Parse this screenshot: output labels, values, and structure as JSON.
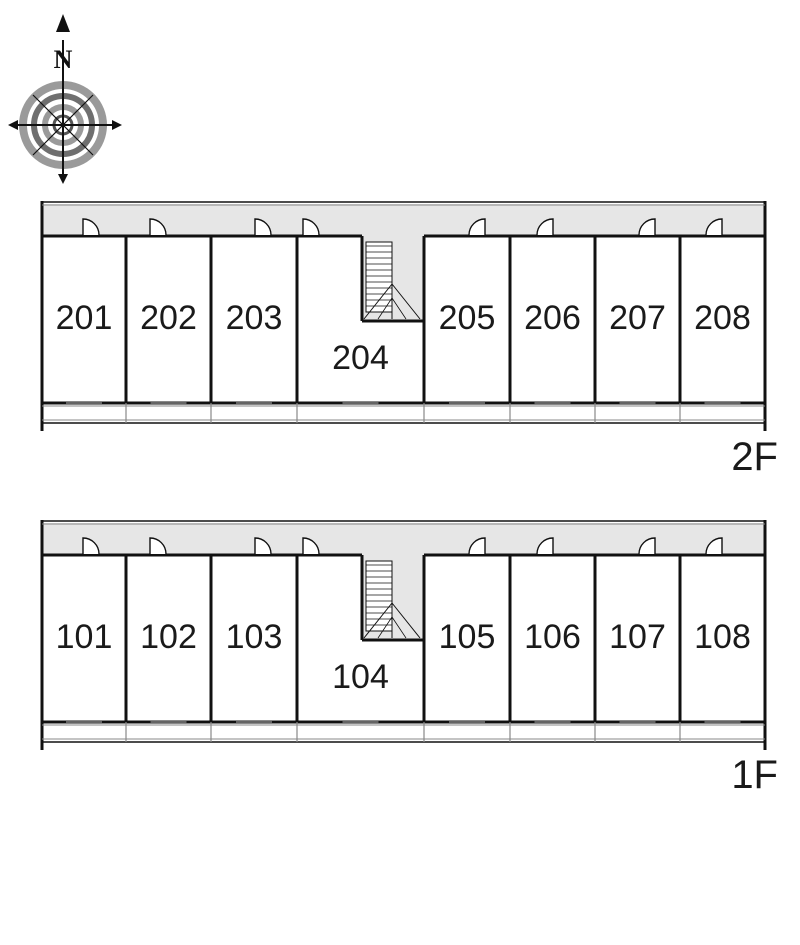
{
  "compass": {
    "label": "N"
  },
  "floors": [
    {
      "id": "2F",
      "label": "2F",
      "units": [
        "201",
        "202",
        "203",
        "204",
        "205",
        "206",
        "207",
        "208"
      ]
    },
    {
      "id": "1F",
      "label": "1F",
      "units": [
        "101",
        "102",
        "103",
        "104",
        "105",
        "106",
        "107",
        "108"
      ]
    }
  ],
  "colors": {
    "line": "#111111",
    "corridor": "#e6e6e6",
    "thin": "#888888"
  }
}
